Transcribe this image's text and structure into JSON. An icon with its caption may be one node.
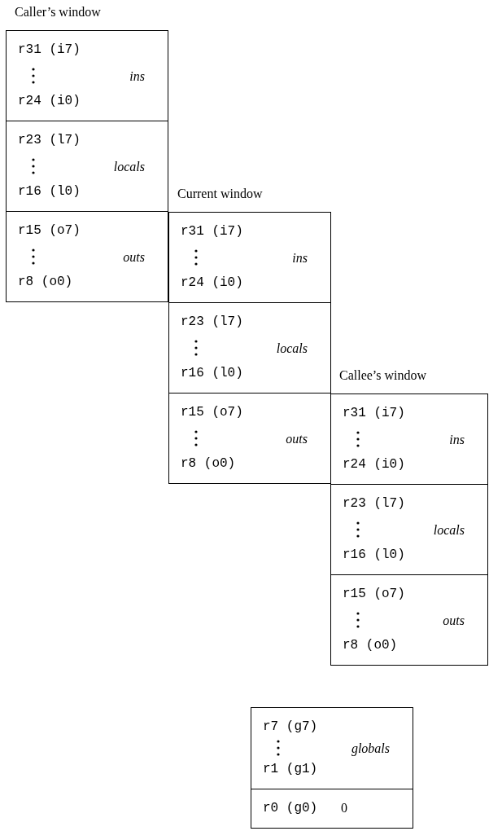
{
  "diagram": {
    "nodes": [
      {
        "text": [
          "Caller’s window"
        ]
      },
      {
        "text": [
          "r31 (i7)",
          "r24 (i0)",
          "ins"
        ],
        "in": 0
      },
      {
        "text": [
          "r23 (l7)",
          "r16 (l0)",
          "locals"
        ],
        "in": 0
      },
      {
        "text": [
          "r15 (o7)",
          "r8 (o0)",
          "outs"
        ],
        "in": 0
      },
      {
        "text": [
          "Current window"
        ]
      },
      {
        "text": [
          "r31 (i7)",
          "r24 (i0)",
          "ins"
        ],
        "in": 4
      },
      {
        "text": [
          "r23 (l7)",
          "r16 (l0)",
          "locals"
        ],
        "in": 4
      },
      {
        "text": [
          "r15 (o7)",
          "r8 (o0)",
          "outs"
        ],
        "in": 4
      },
      {
        "text": [
          "Callee’s window"
        ]
      },
      {
        "text": [
          "r31 (i7)",
          "r24 (i0)",
          "ins"
        ],
        "in": 8
      },
      {
        "text": [
          "r23 (l7)",
          "r16 (l0)",
          "locals"
        ],
        "in": 8
      },
      {
        "text": [
          "r15 (o7)",
          "r8 (o0)",
          "outs"
        ],
        "in": 8
      },
      {
        "text": [
          "r7 (g7)",
          "r1 (g1)",
          "globals"
        ]
      },
      {
        "text": [
          "r0 (g0)",
          "0"
        ]
      }
    ],
    "edges": []
  }
}
